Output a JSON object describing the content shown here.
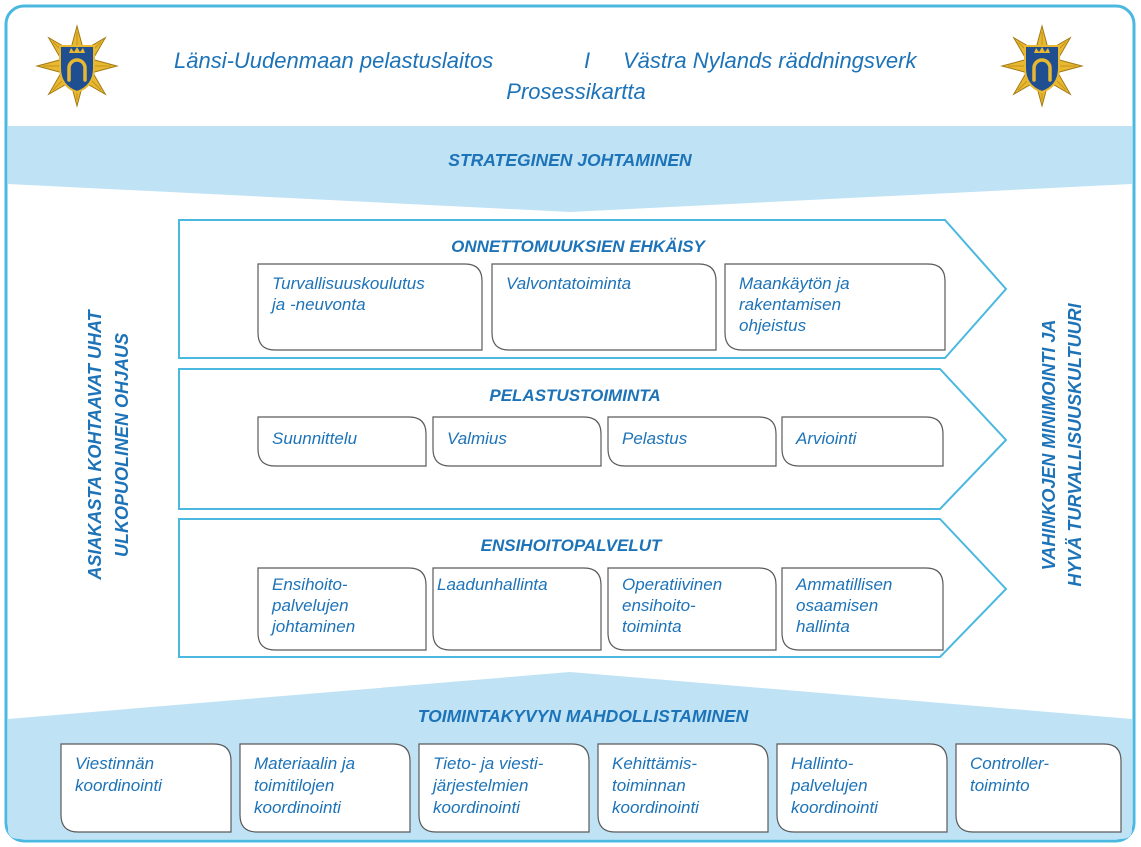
{
  "header": {
    "title_fi": "Länsi-Uudenmaan pelastuslaitos",
    "separator": "I",
    "title_sv": "Västra Nylands räddningsverk",
    "subtitle": "Prosessikartta"
  },
  "colors": {
    "border": "#4bb8df",
    "band": "#bfe3f5",
    "text": "#1d73b8",
    "shield": "#1f4f91",
    "gold": "#e8b830"
  },
  "emblem_icon": "rescue-department-emblem",
  "top_band": {
    "label": "STRATEGINEN JOHTAMINEN"
  },
  "left_label": {
    "line1": "ASIAKASTA KOHTAAVAT UHAT",
    "line2": "ULKOPUOLINEN OHJAUS"
  },
  "right_label": {
    "line1": "VAHINKOJEN MINIMOINTI JA",
    "line2": "HYVÄ TURVALLISUUSKULTUURI"
  },
  "processes": [
    {
      "title": "ONNETTOMUUKSIEN EHKÄISY",
      "boxes": [
        {
          "lines": [
            "Turvallisuuskoulutus",
            "ja -neuvonta"
          ]
        },
        {
          "lines": [
            "Valvontatoiminta"
          ]
        },
        {
          "lines": [
            "Maankäytön ja",
            "rakentamisen",
            "ohjeistus"
          ]
        }
      ]
    },
    {
      "title": "PELASTUSTOIMINTA",
      "boxes": [
        {
          "lines": [
            "Suunnittelu"
          ]
        },
        {
          "lines": [
            "Valmius"
          ]
        },
        {
          "lines": [
            "Pelastus"
          ]
        },
        {
          "lines": [
            "Arviointi"
          ]
        }
      ]
    },
    {
      "title": "ENSIHOITOPALVELUT",
      "boxes": [
        {
          "lines": [
            "Ensihoito-",
            "palvelujen",
            "johtaminen"
          ]
        },
        {
          "lines": [
            "Laadunhallinta"
          ]
        },
        {
          "lines": [
            "Operatiivinen",
            "ensihoito-",
            "toiminta"
          ]
        },
        {
          "lines": [
            "Ammatillisen",
            "osaamisen",
            "hallinta"
          ]
        }
      ]
    }
  ],
  "bottom_band": {
    "label": "TOIMINTAKYVYN MAHDOLLISTAMINEN",
    "boxes": [
      {
        "lines": [
          "Viestinnän",
          "koordinointi"
        ]
      },
      {
        "lines": [
          "Materiaalin ja",
          "toimitilojen",
          "koordinointi"
        ]
      },
      {
        "lines": [
          "Tieto- ja viesti-",
          "järjestelmien",
          "koordinointi"
        ]
      },
      {
        "lines": [
          "Kehittämis-",
          "toiminnan",
          "koordinointi"
        ]
      },
      {
        "lines": [
          "Hallinto-",
          "palvelujen",
          "koordinointi"
        ]
      },
      {
        "lines": [
          "Controller-",
          "toiminto"
        ]
      }
    ]
  }
}
